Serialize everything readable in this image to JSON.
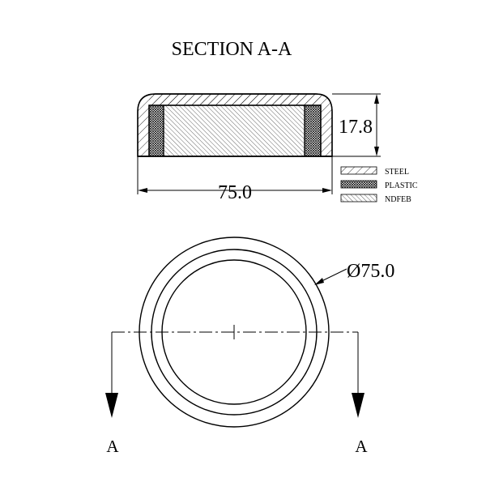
{
  "title": "SECTION A-A",
  "dimensions": {
    "height": "17.8",
    "width": "75.0",
    "diameter": "Ø75.0"
  },
  "legend": [
    {
      "label": "STEEL",
      "pattern": "steel"
    },
    {
      "label": "PLASTIC",
      "pattern": "plastic"
    },
    {
      "label": "NDFEB",
      "pattern": "ndfeb"
    }
  ],
  "section_markers": {
    "left": "A",
    "right": "A"
  }
}
